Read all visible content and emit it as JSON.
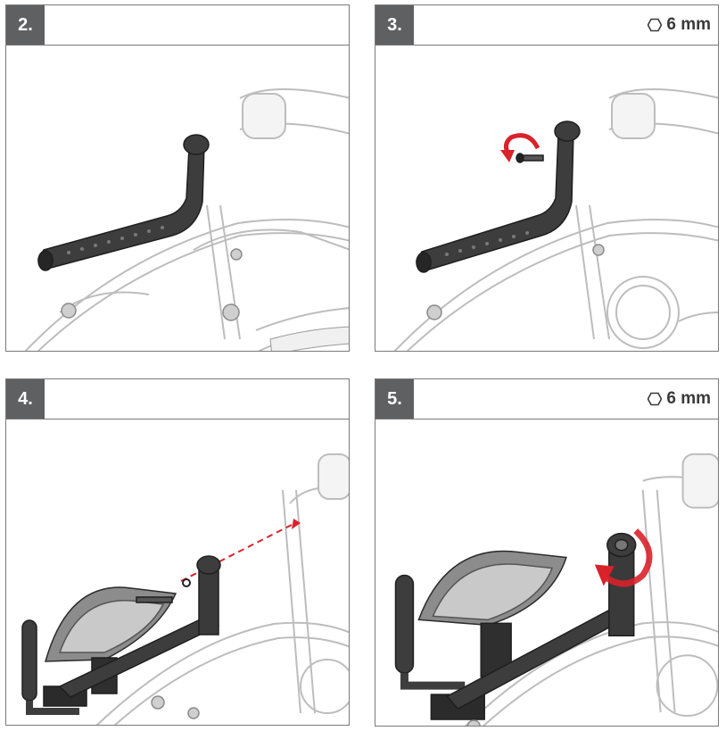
{
  "steps": [
    {
      "number": "2.",
      "tool": null
    },
    {
      "number": "3.",
      "tool": {
        "icon": "hexagon-key-icon",
        "label": "6 mm"
      }
    },
    {
      "number": "4.",
      "tool": null
    },
    {
      "number": "5.",
      "tool": {
        "icon": "hexagon-key-icon",
        "label": "6 mm"
      }
    }
  ],
  "colors": {
    "step_badge": "#5f6062",
    "arrow": "#d9222a",
    "border": "#7a7a7a"
  }
}
